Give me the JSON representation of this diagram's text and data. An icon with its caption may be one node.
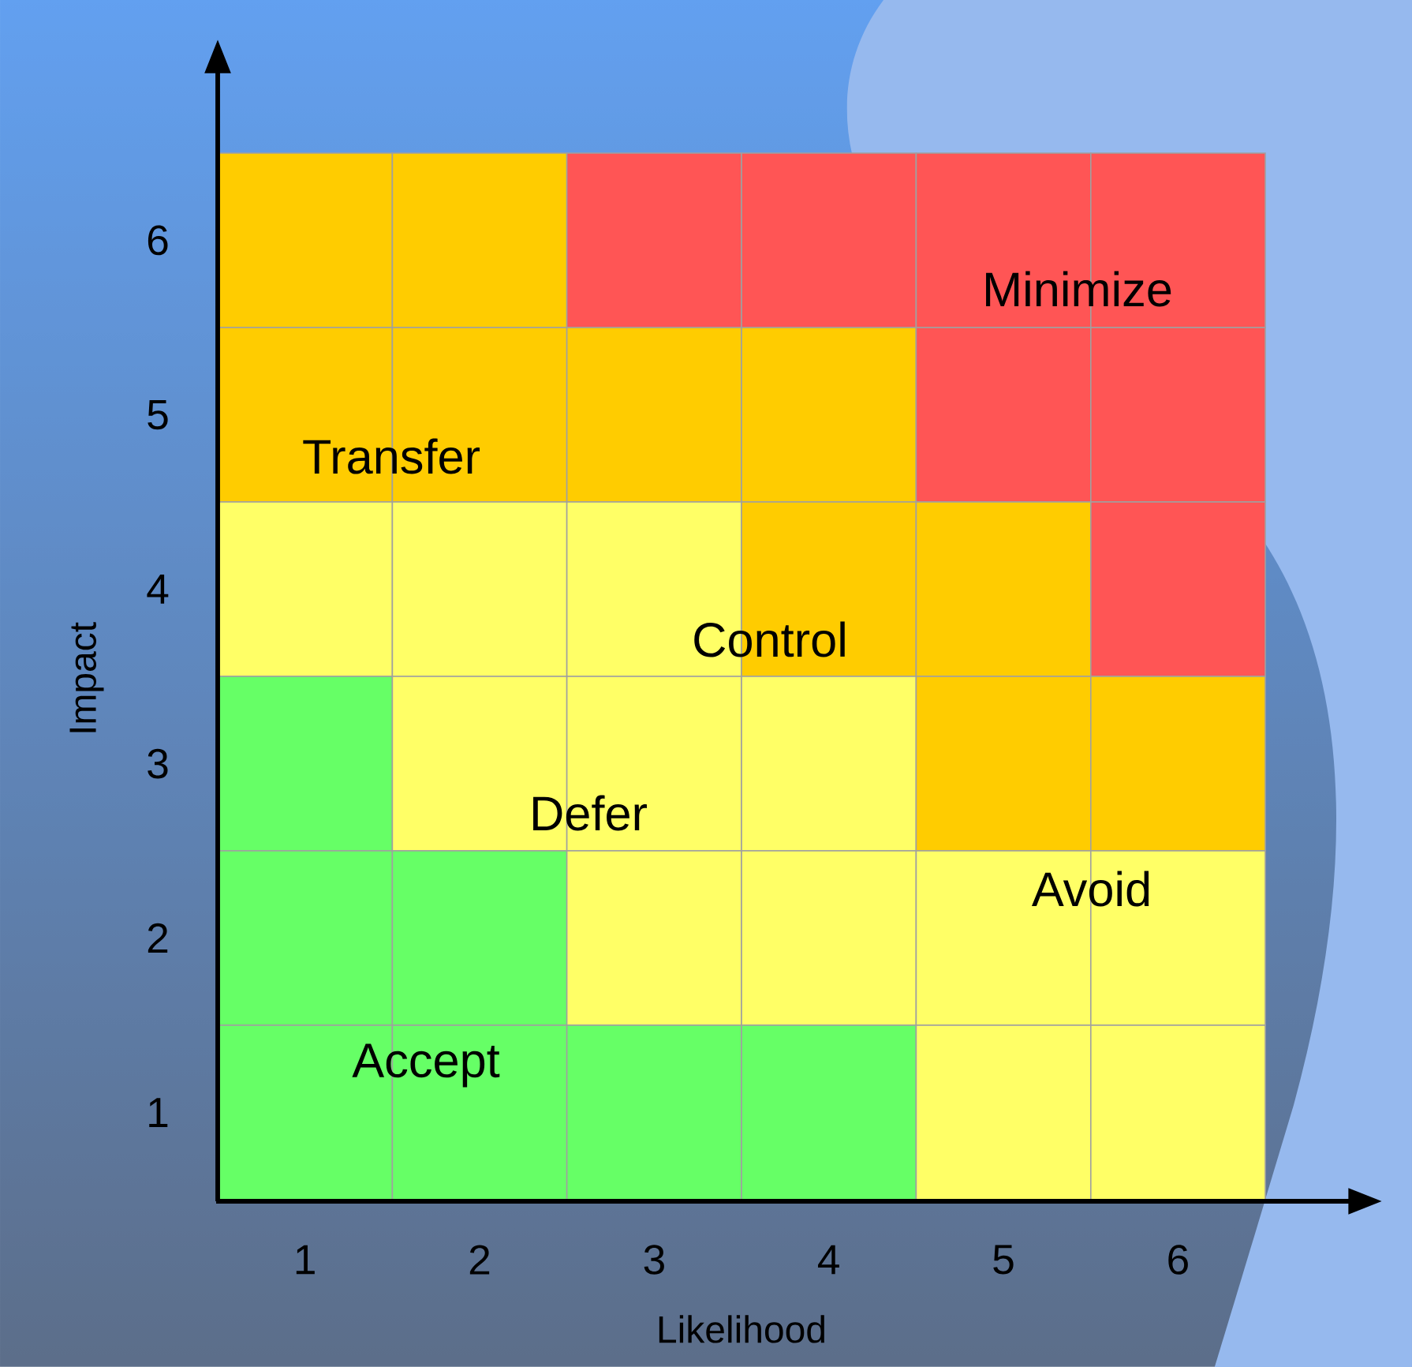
{
  "diagram": {
    "labels": [
      "6",
      "Minimize",
      "5",
      "Transfer",
      "4",
      "Control",
      "Impact",
      "3",
      "Defer",
      "2",
      "Avoid",
      "1",
      "Accept",
      "1",
      "2",
      "3",
      "4",
      "5",
      "6",
      "Likelihood"
    ]
  }
}
